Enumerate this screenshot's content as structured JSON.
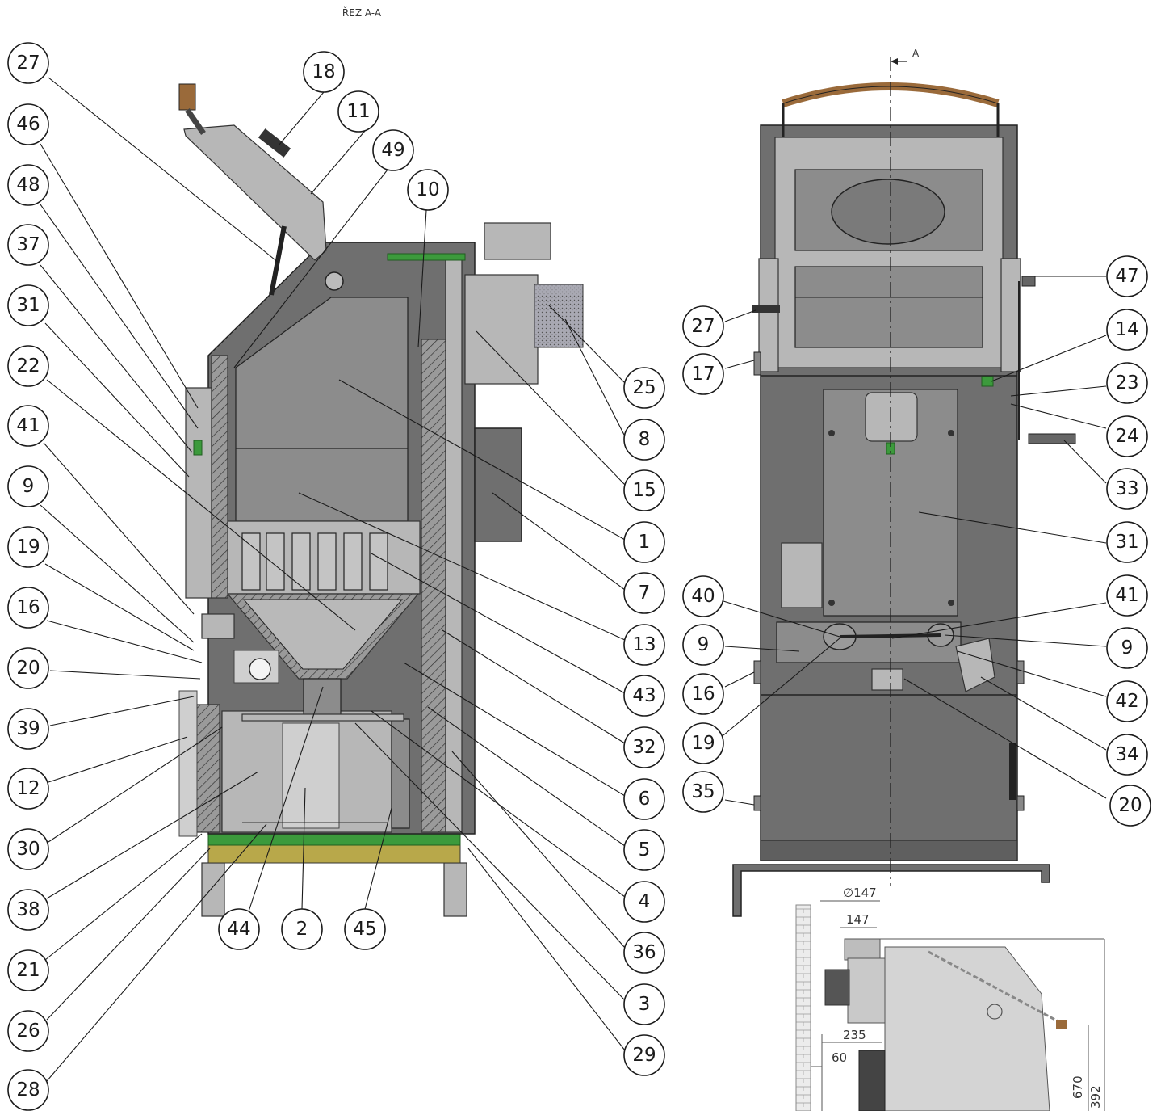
{
  "section_title": "ŘEZ A-A",
  "section_marker": "A",
  "colors": {
    "steel": "#8c8c8c",
    "insulation_green": "#3c9a3c",
    "base_yellow": "#b8a84a",
    "handle_brown": "#9a6a3a"
  },
  "section_view_labels": {
    "left_column": [
      "27",
      "46",
      "48",
      "37",
      "31",
      "22",
      "41",
      "9",
      "19",
      "16",
      "20",
      "39",
      "12",
      "30",
      "38",
      "21",
      "26",
      "28"
    ],
    "top_row": [
      "18",
      "11",
      "49",
      "10"
    ],
    "right_column": [
      "25",
      "8",
      "15",
      "1",
      "7",
      "13",
      "43",
      "32",
      "6",
      "5",
      "4",
      "36",
      "3",
      "29"
    ],
    "bottom_row": [
      "44",
      "2",
      "45"
    ]
  },
  "front_view_labels": {
    "left_column": [
      "27",
      "17",
      "40",
      "9",
      "16",
      "19",
      "35"
    ],
    "right_column": [
      "47",
      "14",
      "23",
      "24",
      "33",
      "31",
      "41",
      "9",
      "42",
      "34",
      "20"
    ]
  },
  "dimensions": {
    "diameter": "∅147",
    "width_147": "147",
    "depth_235": "235",
    "wall_60": "60",
    "height_670": "670",
    "height_392": "392"
  }
}
